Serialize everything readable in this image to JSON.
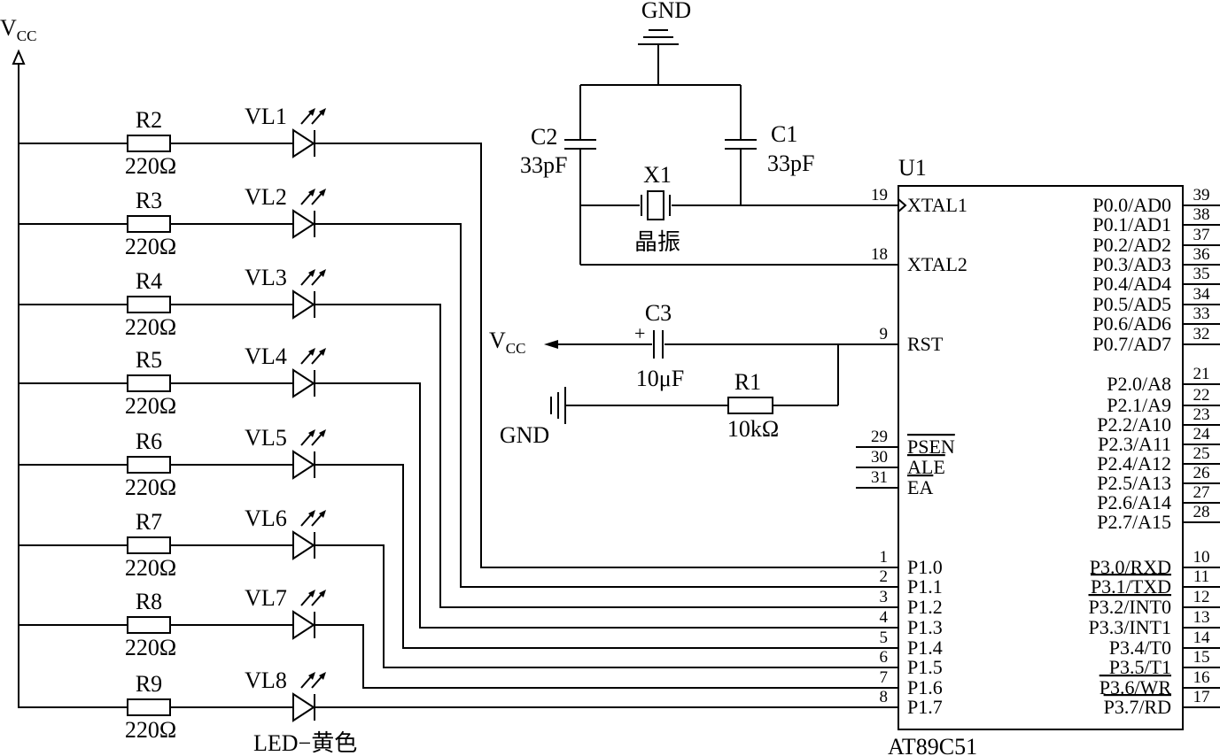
{
  "power": {
    "vcc": "V",
    "vcc_sub": "CC",
    "gnd": "GND"
  },
  "leds": [
    {
      "res": "R2",
      "res_val": "220Ω",
      "led": "VL1"
    },
    {
      "res": "R3",
      "res_val": "220Ω",
      "led": "VL2"
    },
    {
      "res": "R4",
      "res_val": "220Ω",
      "led": "VL3"
    },
    {
      "res": "R5",
      "res_val": "220Ω",
      "led": "VL4"
    },
    {
      "res": "R6",
      "res_val": "220Ω",
      "led": "VL5"
    },
    {
      "res": "R7",
      "res_val": "220Ω",
      "led": "VL6"
    },
    {
      "res": "R8",
      "res_val": "220Ω",
      "led": "VL7"
    },
    {
      "res": "R9",
      "res_val": "220Ω",
      "led": "VL8"
    }
  ],
  "led_type": "LED−黄色",
  "oscillator": {
    "c2": "C2",
    "c2_val": "33pF",
    "c1": "C1",
    "c1_val": "33pF",
    "x1": "X1",
    "x1_val": "晶振"
  },
  "reset": {
    "c3": "C3",
    "c3_val": "10μF",
    "c3_plus": "+",
    "r1": "R1",
    "r1_val": "10kΩ"
  },
  "chip": {
    "ref": "U1",
    "part": "AT89C51",
    "left_pins": [
      {
        "num": "19",
        "name": "XTAL1"
      },
      {
        "num": "18",
        "name": "XTAL2"
      },
      {
        "num": "9",
        "name": "RST"
      },
      {
        "num": "29",
        "name": "PSEN"
      },
      {
        "num": "30",
        "name": "ALE"
      },
      {
        "num": "31",
        "name": "EA"
      },
      {
        "num": "1",
        "name": "P1.0"
      },
      {
        "num": "2",
        "name": "P1.1"
      },
      {
        "num": "3",
        "name": "P1.2"
      },
      {
        "num": "4",
        "name": "P1.3"
      },
      {
        "num": "5",
        "name": "P1.4"
      },
      {
        "num": "6",
        "name": "P1.5"
      },
      {
        "num": "7",
        "name": "P1.6"
      },
      {
        "num": "8",
        "name": "P1.7"
      }
    ],
    "right_pins": [
      {
        "num": "39",
        "name": "P0.0/AD0"
      },
      {
        "num": "38",
        "name": "P0.1/AD1"
      },
      {
        "num": "37",
        "name": "P0.2/AD2"
      },
      {
        "num": "36",
        "name": "P0.3/AD3"
      },
      {
        "num": "35",
        "name": "P0.4/AD4"
      },
      {
        "num": "34",
        "name": "P0.5/AD5"
      },
      {
        "num": "33",
        "name": "P0.6/AD6"
      },
      {
        "num": "32",
        "name": "P0.7/AD7"
      },
      {
        "num": "21",
        "name": "P2.0/A8"
      },
      {
        "num": "22",
        "name": "P2.1/A9"
      },
      {
        "num": "23",
        "name": "P2.2/A10"
      },
      {
        "num": "24",
        "name": "P2.3/A11"
      },
      {
        "num": "25",
        "name": "P2.4/A12"
      },
      {
        "num": "26",
        "name": "P2.5/A13"
      },
      {
        "num": "27",
        "name": "P2.6/A14"
      },
      {
        "num": "28",
        "name": "P2.7/A15"
      },
      {
        "num": "10",
        "name": "P3.0/RXD"
      },
      {
        "num": "11",
        "name": "P3.1/TXD"
      },
      {
        "num": "12",
        "name": "P3.2/INT0"
      },
      {
        "num": "13",
        "name": "P3.3/INT1"
      },
      {
        "num": "14",
        "name": "P3.4/T0"
      },
      {
        "num": "15",
        "name": "P3.5/T1"
      },
      {
        "num": "16",
        "name": "P3.6/WR"
      },
      {
        "num": "17",
        "name": "P3.7/RD"
      }
    ]
  }
}
